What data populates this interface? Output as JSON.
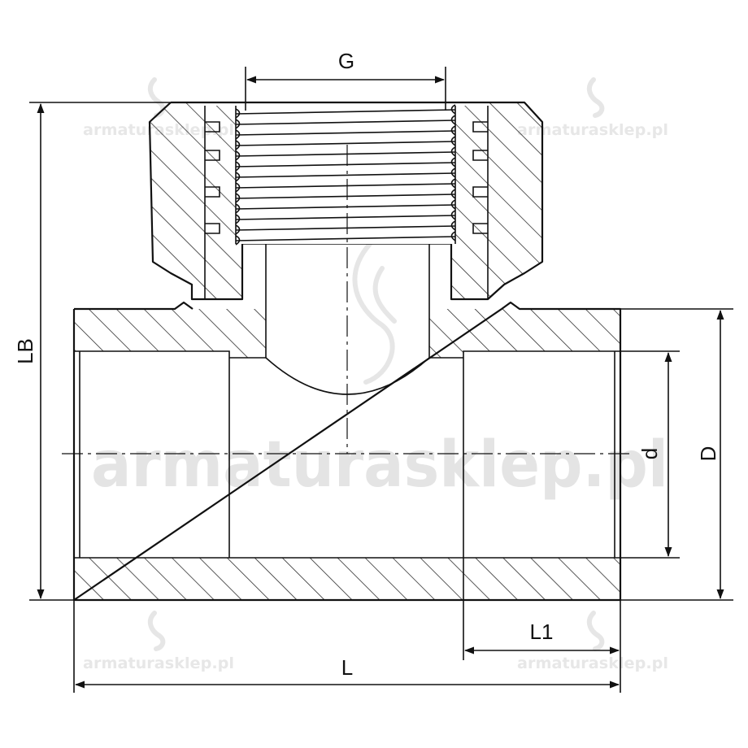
{
  "dimensions": {
    "G": "G",
    "LB": "LB",
    "D": "D",
    "d": "d",
    "L": "L",
    "L1": "L1"
  },
  "watermark": {
    "main": "armaturasklep.pl",
    "small": "armaturasklep.pl"
  },
  "colors": {
    "line": "#111111",
    "hatch": "#222222",
    "watermark": "#e4e4e4"
  }
}
